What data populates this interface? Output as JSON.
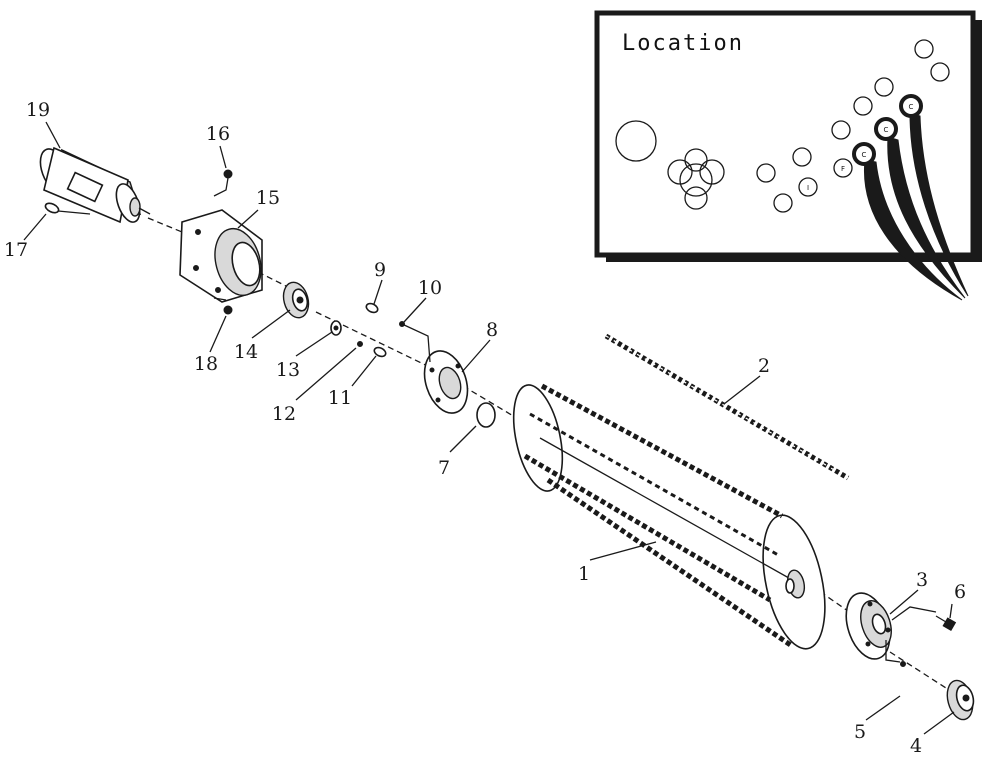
{
  "location_inset": {
    "title": "Location",
    "markers": [
      "I",
      "F",
      "C",
      "C",
      "C"
    ]
  },
  "part_numbers": [
    "1",
    "2",
    "3",
    "4",
    "5",
    "6",
    "7",
    "8",
    "9",
    "10",
    "11",
    "12",
    "13",
    "14",
    "15",
    "16",
    "17",
    "18",
    "19"
  ]
}
